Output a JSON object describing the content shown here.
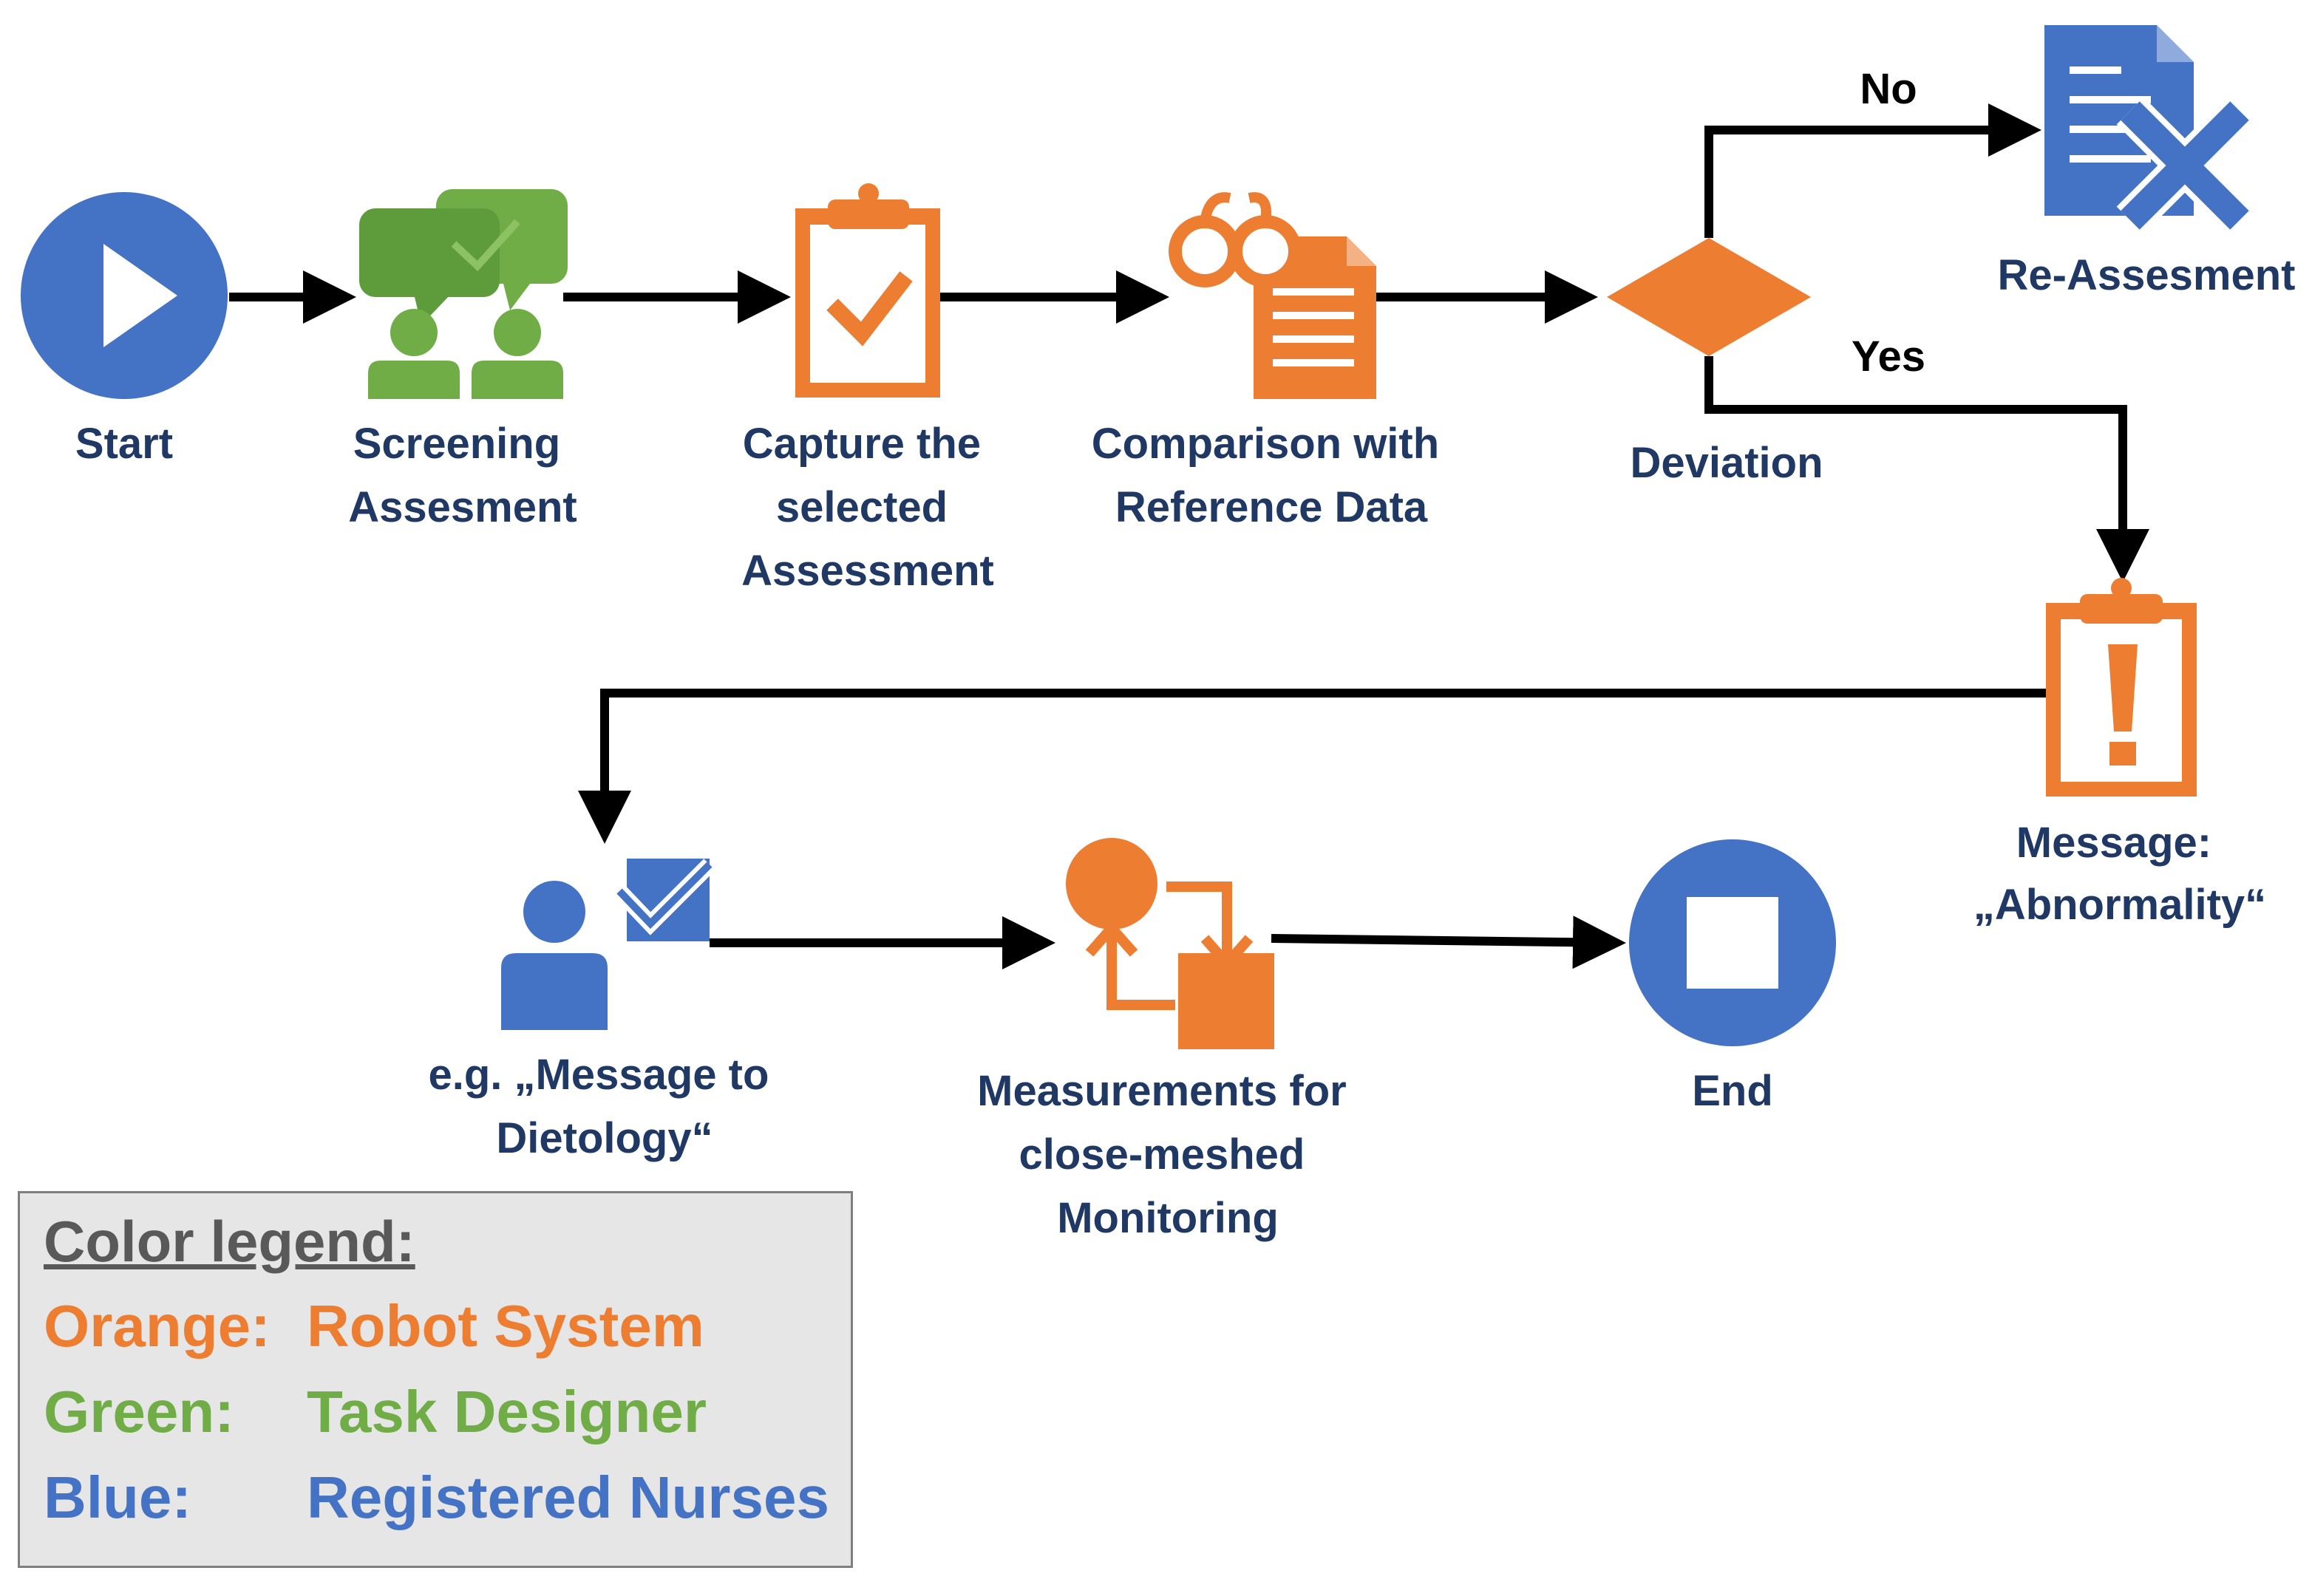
{
  "colors": {
    "orange": "#ed7d31",
    "green": "#70ad47",
    "blue": "#4472c4",
    "label": "#1f3864",
    "arrow": "#000000"
  },
  "nodes": {
    "start": {
      "label_lines": [
        "Start"
      ],
      "icon": "play-icon",
      "role": "Registered Nurses"
    },
    "screening": {
      "label_lines": [
        "Screening",
        "Assesment"
      ],
      "icon": "chat-people-icon",
      "role": "Task Designer"
    },
    "capture": {
      "label_lines": [
        "Capture the",
        "selected",
        "Assessment"
      ],
      "icon": "clipboard-check-icon",
      "role": "Robot System"
    },
    "comparison": {
      "label_lines": [
        "Comparison with",
        "Reference Data"
      ],
      "icon": "glasses-document-icon",
      "role": "Robot System"
    },
    "deviation": {
      "label_lines": [
        "Deviation"
      ],
      "icon": "decision-diamond",
      "role": "Robot System"
    },
    "reassessment": {
      "label_lines": [
        "Re-Assesment"
      ],
      "icon": "document-x-icon",
      "role": "Registered Nurses"
    },
    "message": {
      "label_lines": [
        "Message:",
        "„Abnormality“"
      ],
      "icon": "clipboard-alert-icon",
      "role": "Robot System"
    },
    "dietology": {
      "label_lines": [
        "e.g. „Message to",
        "Dietology“"
      ],
      "icon": "person-check-icon",
      "role": "Registered Nurses"
    },
    "measurements": {
      "label_lines": [
        "Measurements for",
        "close-meshed",
        "Monitoring"
      ],
      "icon": "cycle-process-icon",
      "role": "Robot System"
    },
    "end": {
      "label_lines": [
        "End"
      ],
      "icon": "stop-icon",
      "role": "Registered Nurses"
    }
  },
  "branches": {
    "no": "No",
    "yes": "Yes"
  },
  "edges": [
    {
      "from": "start",
      "to": "screening"
    },
    {
      "from": "screening",
      "to": "capture"
    },
    {
      "from": "capture",
      "to": "comparison"
    },
    {
      "from": "comparison",
      "to": "deviation"
    },
    {
      "from": "deviation",
      "to": "reassessment",
      "label": "No"
    },
    {
      "from": "deviation",
      "to": "message",
      "label": "Yes"
    },
    {
      "from": "message",
      "to": "dietology"
    },
    {
      "from": "dietology",
      "to": "measurements"
    },
    {
      "from": "measurements",
      "to": "end"
    }
  ],
  "legend": {
    "title": "Color legend:",
    "rows": [
      {
        "key": "Orange:",
        "value": "Robot System",
        "color": "#ed7d31"
      },
      {
        "key": "Green:",
        "value": "Task Designer",
        "color": "#70ad47"
      },
      {
        "key": "Blue:",
        "value": "Registered Nurses",
        "color": "#4472c4"
      }
    ]
  }
}
